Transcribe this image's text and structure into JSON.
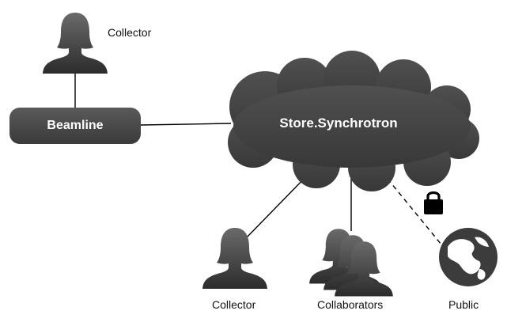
{
  "nodes": {
    "collector_top": {
      "label": "Collector"
    },
    "beamline": {
      "label": "Beamline"
    },
    "store": {
      "label": "Store.Synchrotron"
    },
    "collector_bottom": {
      "label": "Collector"
    },
    "collaborators": {
      "label": "Collaborators"
    },
    "public": {
      "label": "Public"
    }
  },
  "icons": {
    "person": "person-silhouette-icon",
    "group": "people-group-icon",
    "lock": "lock-icon",
    "globe": "globe-icon"
  },
  "colors": {
    "node_fill": "#444444",
    "line": "#000000",
    "text_on_node": "#ffffff"
  }
}
